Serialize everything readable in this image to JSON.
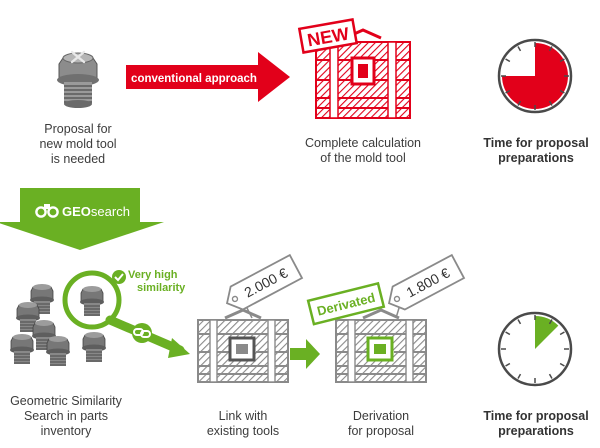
{
  "colors": {
    "red": "#e2001a",
    "green": "#6ab023",
    "gray": "#8a8a8a",
    "dark": "#4a4a4a",
    "text": "#3c3c3c"
  },
  "top_row": {
    "proposal_caption": [
      "Proposal for",
      "new mold tool",
      "is needed"
    ],
    "arrow_label": "conventional approach",
    "new_stamp": "NEW",
    "calc_caption": [
      "Complete calculation",
      "of the mold tool"
    ],
    "time_caption": [
      "Time for proposal",
      "preparations"
    ],
    "time_fraction": 0.75
  },
  "geosearch": {
    "label_prefix": "GEO",
    "label_suffix": "search",
    "icon": "binoculars-icon"
  },
  "bottom_row": {
    "similarity_label": [
      "Very high",
      "similarity"
    ],
    "search_caption": [
      "Geometric Similarity",
      "Search in parts",
      "inventory"
    ],
    "price_tag_1": "2.000 €",
    "link_caption": [
      "Link with",
      "existing tools"
    ],
    "derivated_stamp": "Derivated",
    "price_tag_2": "1.800 €",
    "derivation_caption": [
      "Derivation",
      "for proposal"
    ],
    "time_caption": [
      "Time for proposal",
      "preparations"
    ],
    "time_fraction": 0.125
  }
}
